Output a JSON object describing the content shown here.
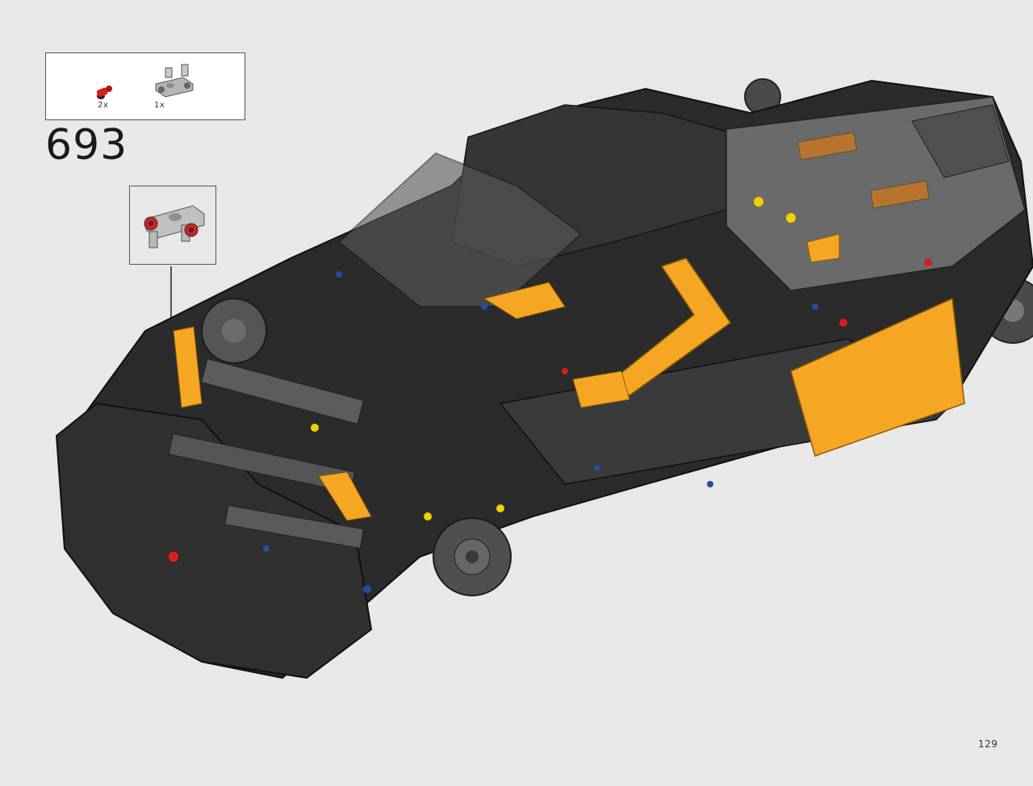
{
  "parts_list": [
    {
      "qty": "2x",
      "icon": "red-axle-pin-icon"
    },
    {
      "qty": "1x",
      "icon": "gray-connector-beam-icon"
    }
  ],
  "step": {
    "number": "693"
  },
  "callout": {
    "icon": "connector-assembly-icon"
  },
  "page": {
    "number": "129"
  },
  "colors": {
    "background": "#e8e8e8",
    "model_black": "#2b2b2b",
    "model_gray": "#7a7a7a",
    "accent_yellow": "#f5a623",
    "pin_red": "#d81e1e",
    "pin_blue": "#1f4fa0"
  }
}
